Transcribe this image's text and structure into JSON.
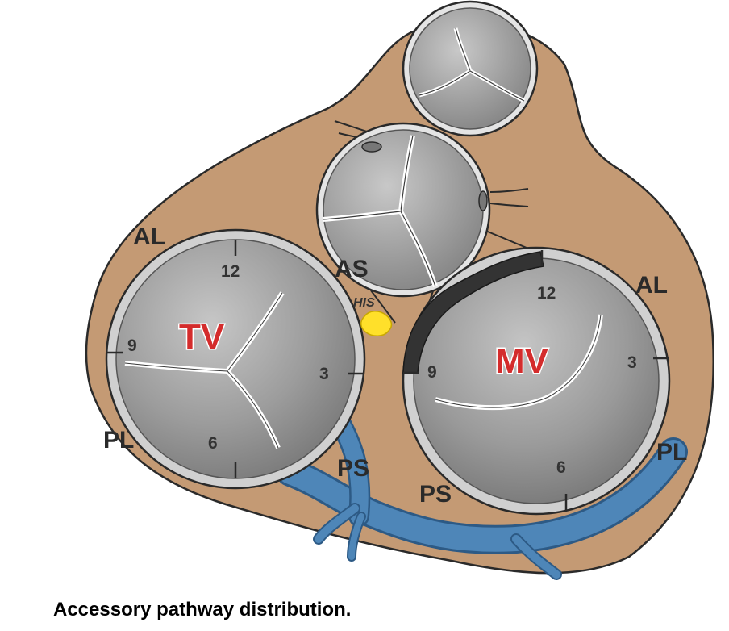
{
  "labels": {
    "al_left": "AL",
    "al_right": "AL",
    "pl_left": "PL",
    "pl_right": "PL",
    "as": "AS",
    "his": "HIS",
    "ps_left": "PS",
    "ps_right": "PS"
  },
  "tricuspid": {
    "name": "TV",
    "clock": {
      "twelve": "12",
      "three": "3",
      "six": "6",
      "nine": "9"
    }
  },
  "mitral": {
    "name": "MV",
    "clock": {
      "twelve": "12",
      "three": "3",
      "six": "6",
      "nine": "9"
    }
  },
  "caption": "Accessory pathway distribution.",
  "colors": {
    "tissue": "#c49a74",
    "valve_face": "#9a9a9a",
    "annulus": "#bfbfbf",
    "coronary_sinus": "#4e86b8",
    "his_bundle": "#ffe02a",
    "valve_label": "#d42c2c",
    "dark_band": "#333333"
  }
}
